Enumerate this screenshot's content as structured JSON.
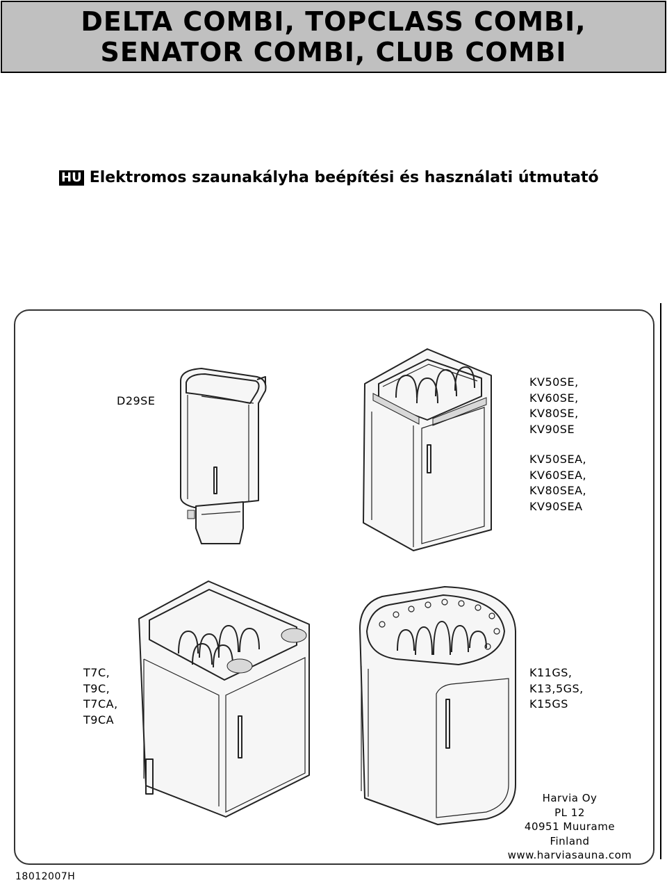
{
  "header": {
    "title_line1": "DELTA COMBI, TOPCLASS COMBI,",
    "title_line2": "SENATOR COMBI, CLUB COMBI"
  },
  "subtitle": {
    "lang_code": "HU",
    "text": "Elektromos szaunakályha beépítési és használati útmutató"
  },
  "models": {
    "d29": [
      "D29SE"
    ],
    "kv_se": [
      "KV50SE,",
      "KV60SE,",
      "KV80SE,",
      "KV90SE"
    ],
    "kv_sea": [
      "KV50SEA,",
      "KV60SEA,",
      "KV80SEA,",
      "KV90SEA"
    ],
    "t": [
      "T7C,",
      "T9C,",
      "T7CA,",
      "T9CA"
    ],
    "k": [
      "K11GS,",
      "K13,5GS,",
      "K15GS"
    ]
  },
  "company": {
    "lines": [
      "Harvia Oy",
      "PL 12",
      "40951 Muurame",
      "Finland",
      "www.harviasauna.com"
    ]
  },
  "doc_code": "18012007H"
}
